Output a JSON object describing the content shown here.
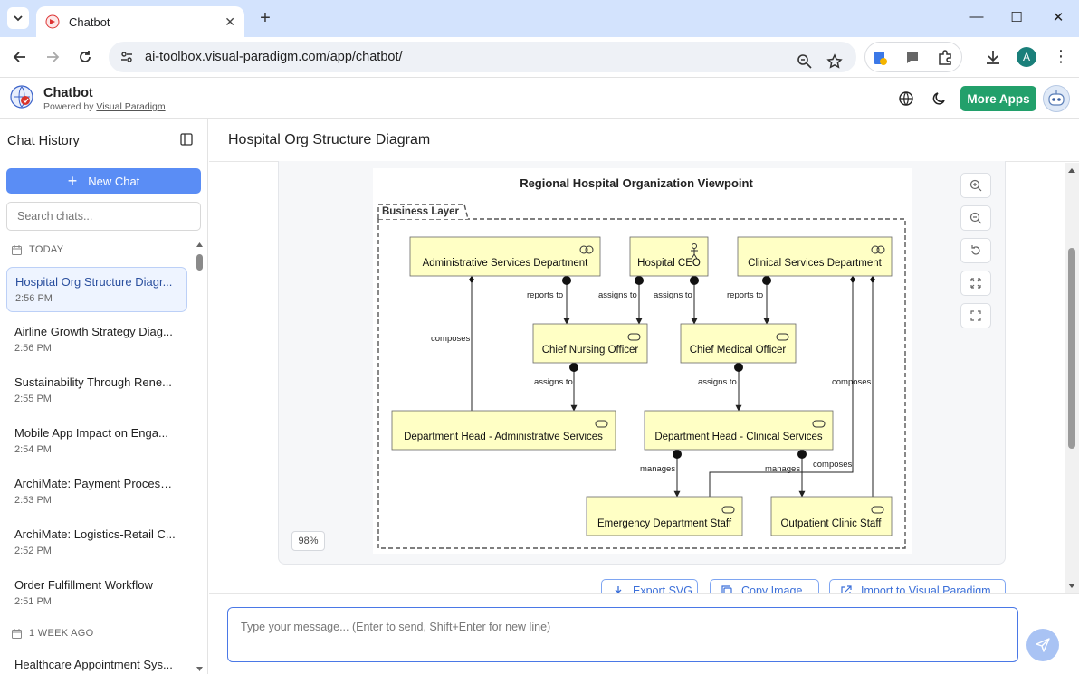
{
  "browser": {
    "tab_title": "Chatbot",
    "url": "ai-toolbox.visual-paradigm.com/app/chatbot/",
    "profile_initial": "A"
  },
  "app": {
    "name": "Chatbot",
    "powered_prefix": "Powered by",
    "powered_link": "Visual Paradigm",
    "more_apps": "More Apps"
  },
  "sidebar": {
    "title": "Chat History",
    "new_chat": "New Chat",
    "search_placeholder": "Search chats...",
    "groups": [
      {
        "label": "TODAY"
      },
      {
        "label": "1 WEEK AGO"
      }
    ],
    "chats": [
      {
        "title": "Hospital Org Structure Diagr...",
        "time": "2:56 PM"
      },
      {
        "title": "Airline Growth Strategy Diag...",
        "time": "2:56 PM"
      },
      {
        "title": "Sustainability Through Rene...",
        "time": "2:55 PM"
      },
      {
        "title": "Mobile App Impact on Enga...",
        "time": "2:54 PM"
      },
      {
        "title": "ArchiMate: Payment Process ...",
        "time": "2:53 PM"
      },
      {
        "title": "ArchiMate: Logistics-Retail C...",
        "time": "2:52 PM"
      },
      {
        "title": "Order Fulfillment Workflow",
        "time": "2:51 PM"
      },
      {
        "title": "Healthcare Appointment Sys...",
        "time": ""
      }
    ]
  },
  "main": {
    "title": "Hospital Org Structure Diagram",
    "zoom": "98%",
    "actions": [
      "Export SVG",
      "Copy Image",
      "Import to Visual Paradigm"
    ],
    "composer_placeholder": "Type your message... (Enter to send, Shift+Enter for new line)"
  },
  "diagram": {
    "title": "Regional Hospital Organization Viewpoint",
    "group_label": "Business Layer",
    "nodes": {
      "admin": "Administrative Services Department",
      "ceo": "Hospital CEO",
      "clinical": "Clinical Services Department",
      "cno": "Chief Nursing Officer",
      "cmo": "Chief Medical Officer",
      "dh_admin": "Department Head - Administrative Services",
      "dh_clinical": "Department Head - Clinical Services",
      "er": "Emergency Department Staff",
      "outpatient": "Outpatient Clinic Staff"
    },
    "edges": {
      "reports_to": "reports to",
      "assigns_to": "assigns to",
      "composes": "composes",
      "manages": "manages"
    }
  },
  "colors": {
    "accent": "#5a8df5",
    "more_apps": "#22a06b",
    "node_fill": "#ffffc5"
  }
}
